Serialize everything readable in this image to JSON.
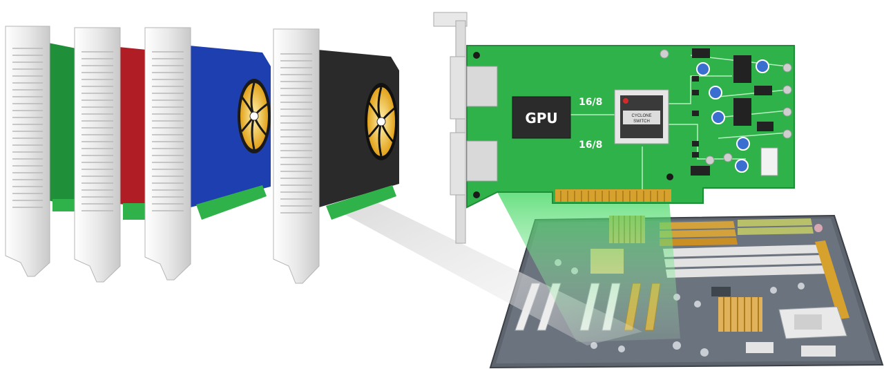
{
  "diagram": {
    "gpu_chip_label": "GPU",
    "lane_label_top": "16/8",
    "lane_label_bottom": "16/8",
    "chip_marking_line1": "CYCLONE",
    "chip_marking_line2": "SWITCH",
    "cards": [
      {
        "color": "#1f8f3a",
        "has_fan": false
      },
      {
        "color": "#b01d24",
        "has_fan": false
      },
      {
        "color": "#1e3fb0",
        "has_fan": true
      },
      {
        "color": "#2a2a2a",
        "has_fan": true
      }
    ],
    "colors": {
      "pcb_green": "#2fb24a",
      "pcb_dark": "#1f8c38",
      "bracket": "#e6e6e6",
      "motherboard": "#5f6670",
      "gold": "#d7a12e"
    }
  }
}
